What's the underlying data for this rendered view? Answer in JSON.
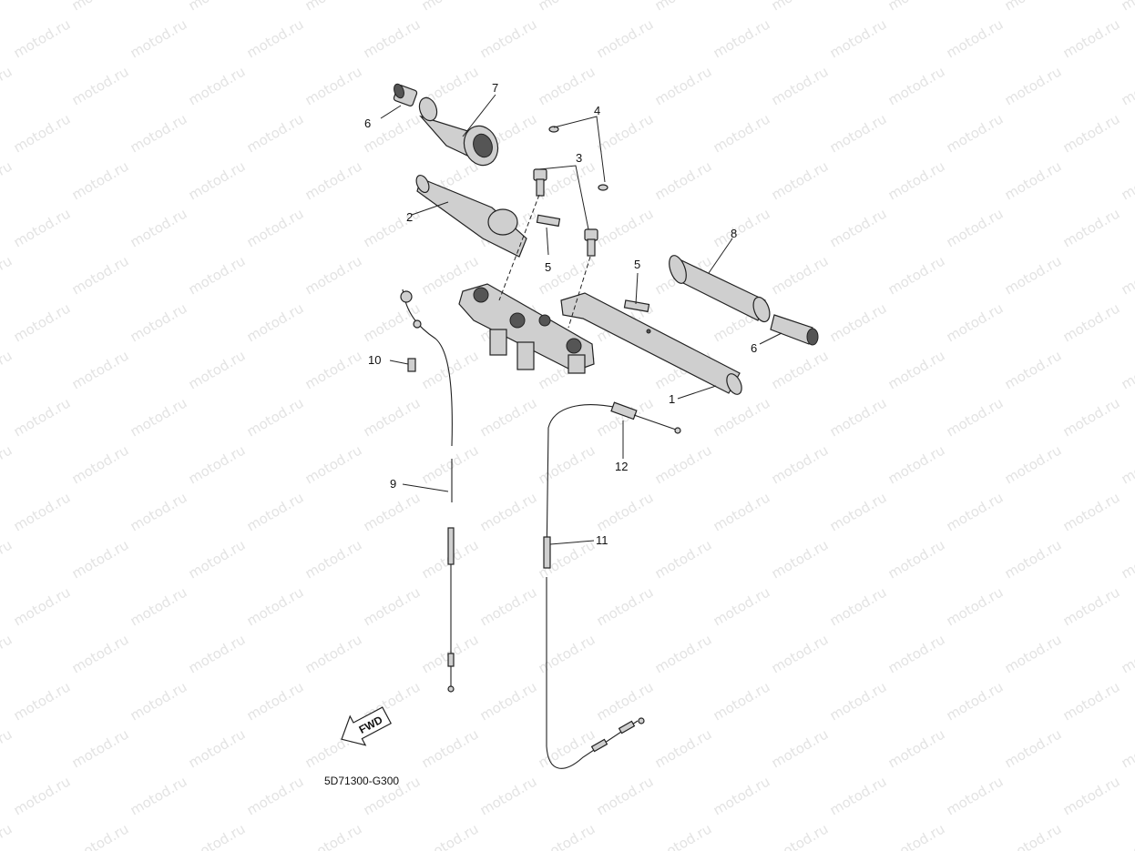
{
  "watermark": "motod.ru",
  "drawing_code": "5D71300-G300",
  "direction_label": "FWD",
  "callouts": [
    "1",
    "2",
    "3",
    "3",
    "4",
    "5",
    "5",
    "6",
    "6",
    "7",
    "8",
    "9",
    "10",
    "11",
    "12"
  ]
}
